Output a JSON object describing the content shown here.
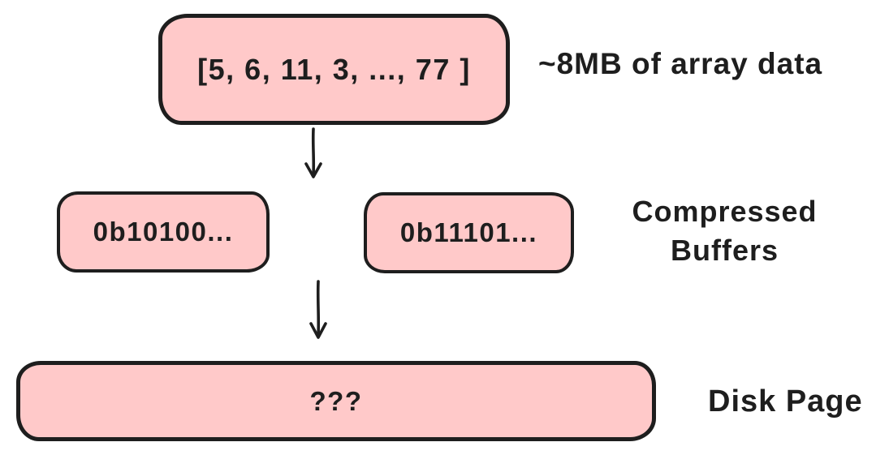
{
  "diagram": {
    "background_color": "#ffffff",
    "node_fill_color": "#ffc9c9",
    "stroke_color": "#1e1e1e",
    "array_box": {
      "text": "[5, 6, 11, 3, ..., 77 ]"
    },
    "array_annotation": "~8MB of array data",
    "buffer_box_1": {
      "text": "0b10100..."
    },
    "buffer_box_2": {
      "text": "0b11101..."
    },
    "buffers_annotation": {
      "line1": "Compressed",
      "line2": "Buffers"
    },
    "disk_box": {
      "text": "???"
    },
    "disk_annotation": "Disk Page"
  }
}
